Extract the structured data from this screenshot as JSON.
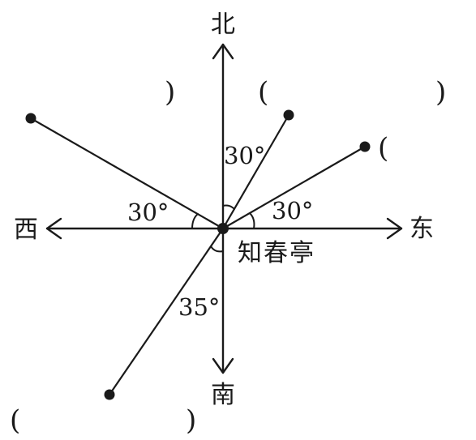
{
  "directions": {
    "north": "北",
    "south": "南",
    "east": "东",
    "west": "西"
  },
  "origin_label": "知春亭",
  "angle_labels": {
    "north_east": "30°",
    "east_north": "30°",
    "west_north": "30°",
    "south_west": "35°"
  },
  "answer_blanks": {
    "open_paren": "(",
    "close_paren": ")"
  }
}
